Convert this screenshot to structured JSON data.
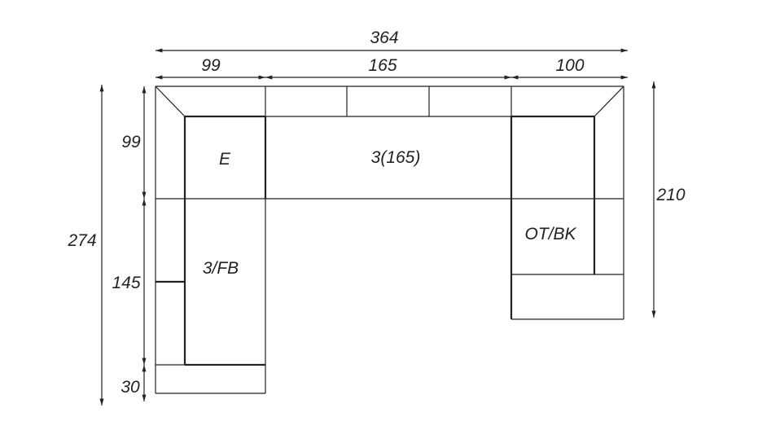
{
  "dimensions": {
    "total_width": "364",
    "left_width": "99",
    "middle_width": "165",
    "right_width": "100",
    "left_back_depth": "99",
    "total_height": "274",
    "left_middle": "145",
    "left_bottom": "30",
    "right_height": "210"
  },
  "modules": {
    "corner": "E",
    "middle": "3(165)",
    "left": "3/FB",
    "right": "OT/BK"
  },
  "colors": {
    "line": "#222222",
    "background": "#ffffff"
  }
}
